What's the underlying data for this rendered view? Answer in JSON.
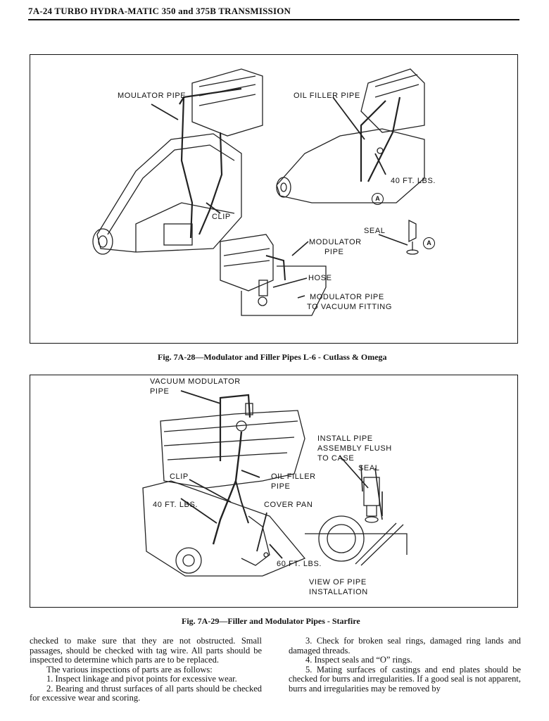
{
  "header": {
    "title": "7A-24  TURBO HYDRA-MATIC 350 and 375B TRANSMISSION"
  },
  "fig1": {
    "caption": "Fig. 7A-28—Modulator and Filler Pipes L-6 - Cutlass & Omega",
    "labels": {
      "modulator_pipe_top": "MOULATOR  PIPE",
      "oil_filler_pipe": "OIL FILLER PIPE",
      "torque_40": "40 FT. LBS.",
      "circle_a": "A",
      "seal": "SEAL",
      "clip": "CLIP",
      "modulator_pipe_1": "MODULATOR",
      "modulator_pipe_2": "PIPE",
      "hose": "HOSE",
      "vacuum_fitting_1": "MODULATOR PIPE",
      "vacuum_fitting_2": "TO VACUUM FITTING"
    }
  },
  "fig2": {
    "caption": "Fig. 7A-29—Filler and Modulator Pipes - Starfire",
    "labels": {
      "vacuum_modulator_1": "VACUUM MODULATOR",
      "vacuum_modulator_2": "PIPE",
      "install_1": "INSTALL PIPE",
      "install_2": "ASSEMBLY FLUSH",
      "install_3": "TO CASE",
      "seal": "SEAL",
      "clip": "CLIP",
      "oil_filler_1": "OIL FILLER",
      "oil_filler_2": "PIPE",
      "torque_40": "40 FT. LBS.",
      "cover_pan": "COVER PAN",
      "torque_60": "60 FT. LBS.",
      "view_1": "VIEW OF PIPE",
      "view_2": "INSTALLATION"
    }
  },
  "body": {
    "left": [
      "checked to make sure that they are not obstructed. Small passages, should be checked with tag wire. All parts should be inspected to determine which parts are to be replaced.",
      "The various inspections of parts are as follows:",
      "1. Inspect linkage and pivot points for excessive wear.",
      "2. Bearing and thrust surfaces of all parts should be checked for excessive wear and scoring."
    ],
    "right": [
      "3. Check for broken seal rings, damaged ring lands and damaged threads.",
      "4. Inspect seals and “O” rings.",
      "5. Mating surfaces of castings and end plates should be checked for burrs and irregularities. If a good seal is not apparent, burrs and irregularities may be removed by"
    ]
  }
}
